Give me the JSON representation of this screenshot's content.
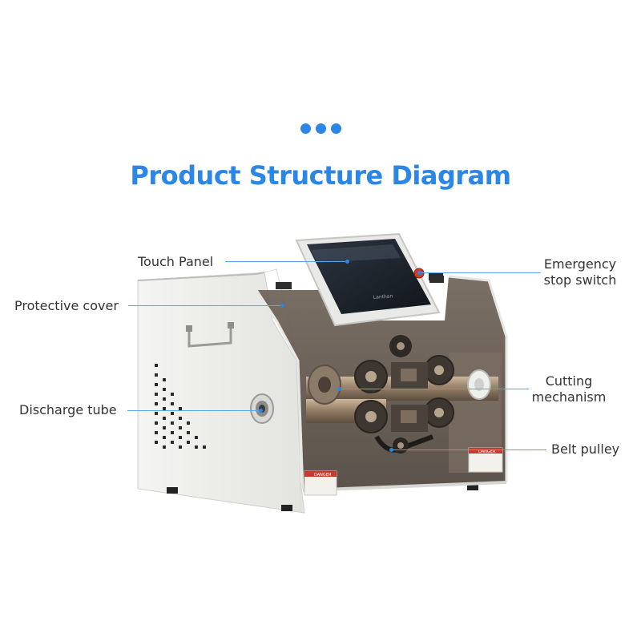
{
  "header": {
    "dots": [
      "dot",
      "dot",
      "dot"
    ],
    "title": "Product Structure Diagram"
  },
  "colors": {
    "accent": "#2b86e6",
    "leader": "#5aa4ec",
    "label": "#333333"
  },
  "callouts": [
    {
      "id": "touch-panel",
      "text": "Touch Panel"
    },
    {
      "id": "protective-cover",
      "text": "Protective cover"
    },
    {
      "id": "discharge-tube",
      "text": "Discharge tube"
    },
    {
      "id": "emergency-stop-switch",
      "lines": [
        "Emergency",
        "stop switch"
      ]
    },
    {
      "id": "cutting-mechanism",
      "lines": [
        "Cutting",
        "mechanism"
      ]
    },
    {
      "id": "belt-pulley",
      "text": "Belt pulley"
    }
  ],
  "machine": {
    "warning_labels": [
      "DANGER",
      "DANGER"
    ],
    "screen_brand": "Lanthan"
  }
}
